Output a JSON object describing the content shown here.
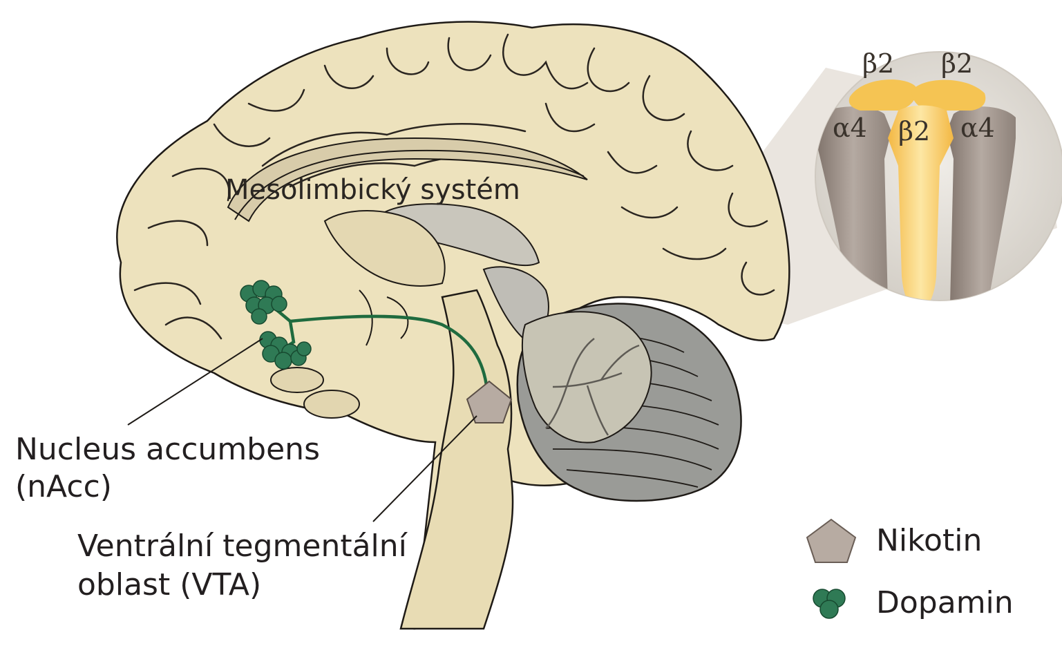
{
  "labels": {
    "mesolimbic": "Mesolimbický systém",
    "nacc_line1": "Nucleus accumbens",
    "nacc_line2": "(nAcc)",
    "vta_line1": "Ventrální tegmentální",
    "vta_line2": "oblast (VTA)"
  },
  "receptor": {
    "top_left": "β2",
    "top_right": "β2",
    "left": "α4",
    "center": "β2",
    "right": "α4"
  },
  "legend": {
    "nikotin": "Nikotin",
    "dopamin": "Dopamin"
  },
  "colors": {
    "brain_fill": "#ede2bd",
    "brain_stroke": "#1e1a16",
    "gyrus_line": "#2a2520",
    "ventricle": "#c9c6bc",
    "cerebellum_gray": "#9a9b97",
    "pathway_green": "#1f6b3f",
    "dopamine_green": "#2f7a55",
    "nicotine": "#b7aba2",
    "receptor_gold": "#f5c453",
    "receptor_gray": "#a2958c",
    "zoom_bg": "#d9d5ce"
  }
}
